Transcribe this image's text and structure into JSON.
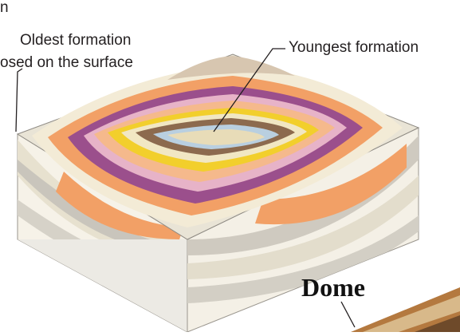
{
  "labels": {
    "top_fragment": "n",
    "oldest_line1": "Oldest formation",
    "oldest_line2": "osed on the surface",
    "youngest": "Youngest formation",
    "dome": "Dome"
  },
  "colors": {
    "outer_orange": "#f2a066",
    "purple_band": "#9b4f8c",
    "pink_band": "#e7b3c8",
    "yellow_band": "#f2cf2c",
    "brown_band": "#8c6a4e",
    "center_blue": "#b9cfe0",
    "center_tan": "#e8dcb8",
    "cream_layer": "#f3ebd6",
    "grey_layer": "#bdbab3"
  }
}
